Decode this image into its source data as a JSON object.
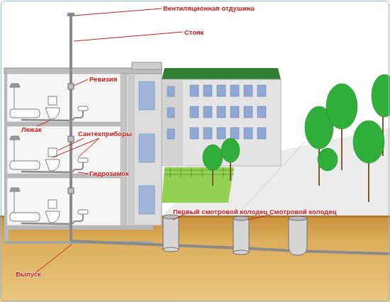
{
  "diagram": {
    "labels": [
      "Вентиляционная отдушина",
      "Стояк",
      "Ревизия",
      "Лежак",
      "Сантехприборы",
      "Гидрозамок",
      "Первый смотровой колодец",
      "Смотровой колодец",
      "Выпуск"
    ]
  }
}
